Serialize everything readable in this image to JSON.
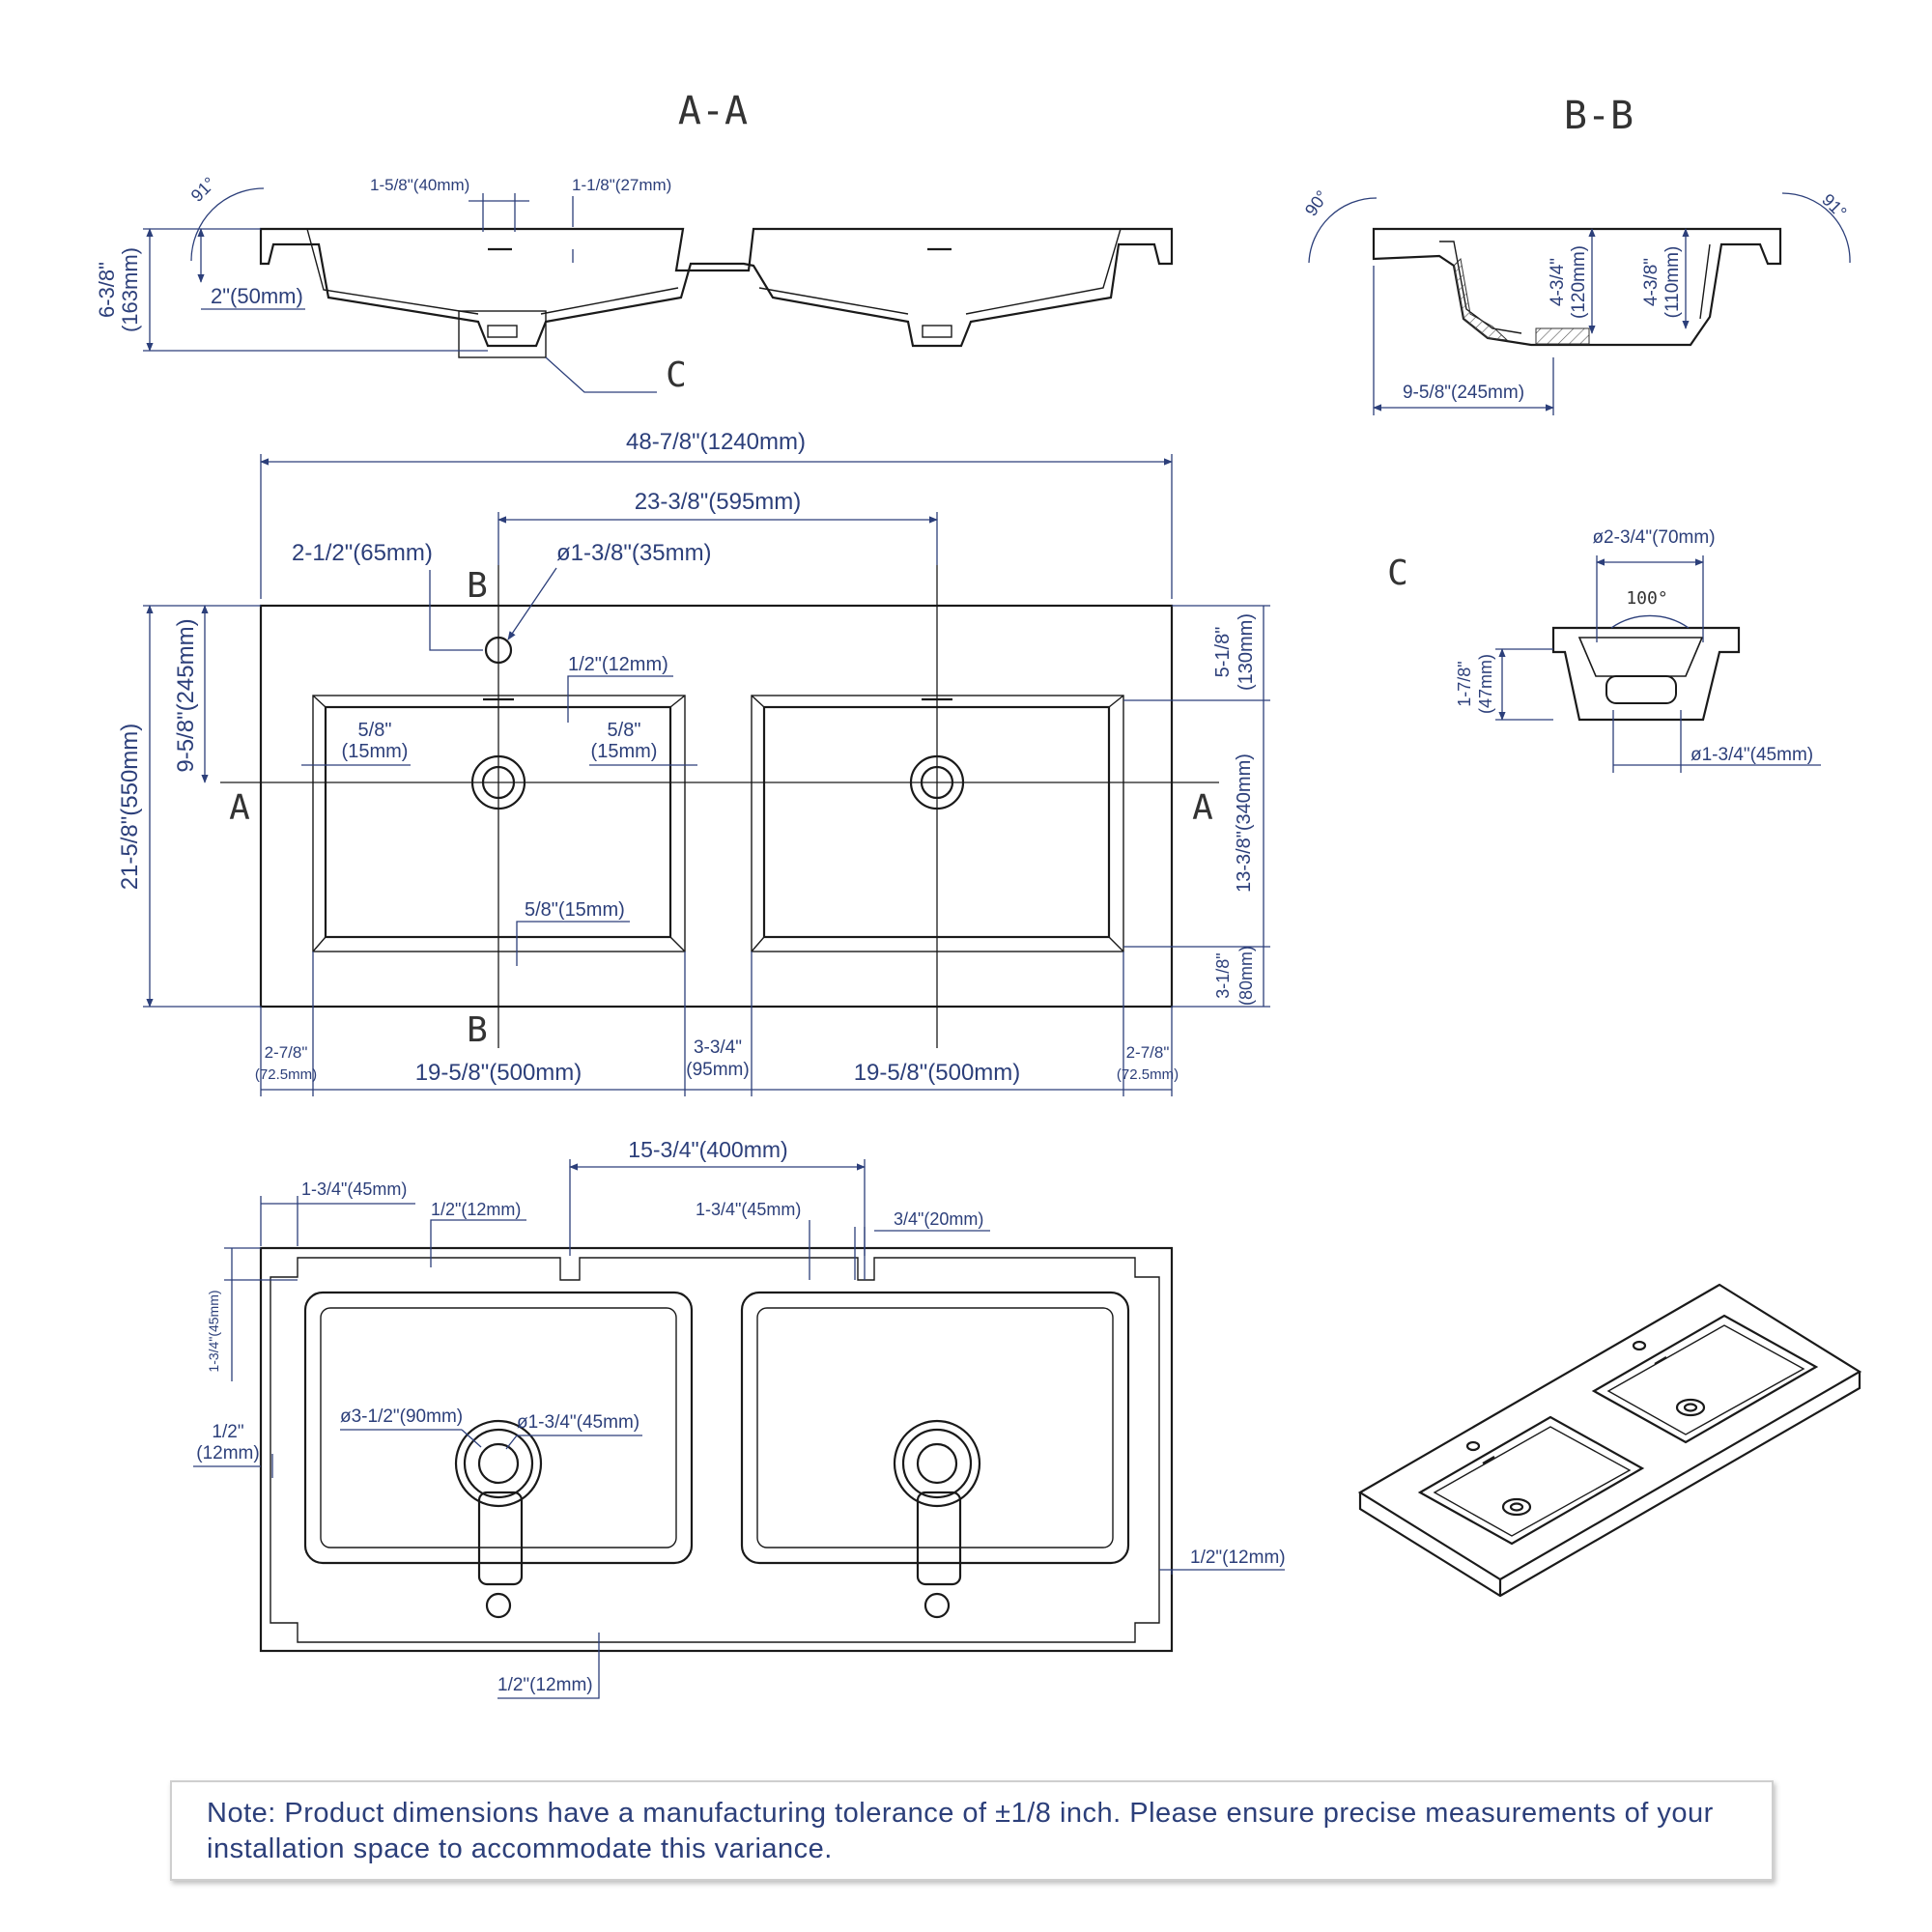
{
  "sections": {
    "aa": "A-A",
    "bb": "B-B",
    "c": "C",
    "c_callout": "C",
    "a_left": "A",
    "a_right": "A",
    "b_top": "B",
    "b_bottom": "B"
  },
  "section_aa": {
    "angle_left": "91°",
    "height": "6-3/8\"",
    "height_mm": "(163mm)",
    "rim": "2\"(50mm)",
    "overflow_w": "1-5/8\"(40mm)",
    "overflow_h": "1-1/8\"(27mm)"
  },
  "section_bb": {
    "angle_left": "90°",
    "angle_right": "91°",
    "depth_outer": "4-3/4\"",
    "depth_outer_mm": "(120mm)",
    "depth_inner": "4-3/8\"",
    "depth_inner_mm": "(110mm)",
    "drain_offset": "9-5/8\"(245mm)"
  },
  "detail_c": {
    "top_dia": "ø2-3/4\"(70mm)",
    "angle": "100°",
    "height": "1-7/8\"",
    "height_mm": "(47mm)",
    "bottom_dia": "ø1-3/4\"(45mm)"
  },
  "top_view": {
    "overall_width": "48-7/8\"(1240mm)",
    "center_distance": "23-3/8\"(595mm)",
    "tap_offset": "2-1/2\"(65mm)",
    "tap_hole": "ø1-3/8\"(35mm)",
    "overflow_slot": "1/2\"(12mm)",
    "wall_left": "5/8\"",
    "wall_left_mm": "(15mm)",
    "wall_right": "5/8\"",
    "wall_right_mm": "(15mm)",
    "wall_bottom": "5/8\"(15mm)",
    "overall_depth": "21-5/8\"(550mm)",
    "drain_depth": "9-5/8\"(245mm)",
    "back_margin": "5-1/8\"",
    "back_margin_mm": "(130mm)",
    "bowl_depth": "13-3/8\"(340mm)",
    "front_margin": "3-1/8\"",
    "front_margin_mm": "(80mm)",
    "side_left": "2-7/8\"",
    "side_left_mm": "(72.5mm)",
    "bowl_width_left": "19-5/8\"(500mm)",
    "gap": "3-3/4\"",
    "gap_mm": "(95mm)",
    "bowl_width_right": "19-5/8\"(500mm)",
    "side_right": "2-7/8\"",
    "side_right_mm": "(72.5mm)"
  },
  "bottom_view": {
    "notch_spacing": "15-3/4\"(400mm)",
    "edge_offset": "1-3/4\"(45mm)",
    "rim_back": "1/2\"(12mm)",
    "notch_offset": "1-3/4\"(45mm)",
    "notch_width": "3/4\"(20mm)",
    "side_depth": "1-3/4\"(45mm)",
    "rim_left": "1/2\"",
    "rim_left_mm": "(12mm)",
    "drain_outer": "ø3-1/2\"(90mm)",
    "drain_inner": "ø1-3/4\"(45mm)",
    "rim_right": "1/2\"(12mm)",
    "rim_front": "1/2\"(12mm)"
  },
  "note": "Note: Product dimensions have a manufacturing tolerance of ±1/8 inch. Please ensure precise measurements of your installation space to accommodate this variance."
}
